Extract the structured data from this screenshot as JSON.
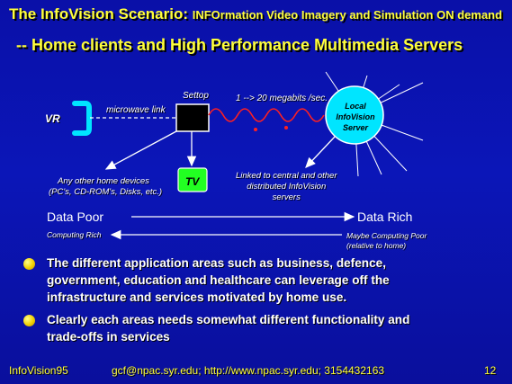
{
  "title": {
    "main": "The InfoVision Scenario:",
    "expansion": "INFOrmation Video Imagery and Simulation ON demand",
    "subtitle": "-- Home clients and High Performance Multimedia Servers"
  },
  "diagram": {
    "vr": "VR",
    "microwave_link": "microwave link",
    "settop": "Settop",
    "rate": "1 --> 20 megabits /sec.",
    "server": "Local InfoVision Server",
    "tv": "TV",
    "other_devices_line1": "Any other home devices",
    "other_devices_line2": "(PC's, CD-ROM's, Disks, etc.)",
    "linked_line1": "Linked to central and other",
    "linked_line2": "distributed InfoVision",
    "linked_line3": "servers",
    "data_poor": "Data Poor",
    "data_rich": "Data Rich",
    "computing_rich": "Computing Rich",
    "maybe_poor_line1": "Maybe Computing Poor",
    "maybe_poor_line2": "(relative to home)"
  },
  "bullets": [
    {
      "line1": "The different application areas such as business, defence,",
      "line2": "government, education and healthcare can leverage off the",
      "line3": "infrastructure and services motivated by home use."
    },
    {
      "line1": "Clearly each areas needs somewhat different functionality and",
      "line2": "trade-offs in services"
    }
  ],
  "footer": {
    "left": "InfoVision95",
    "center": "gcf@npac.syr.edu; http://www.npac.syr.edu; 3154432163",
    "page": "12"
  },
  "colors": {
    "title_yellow": "#ffff3a",
    "server_fill": "#00e5ff",
    "tv_fill": "#22ff22",
    "wave_red": "#ff2020",
    "background_blue": "#0a10a8"
  }
}
